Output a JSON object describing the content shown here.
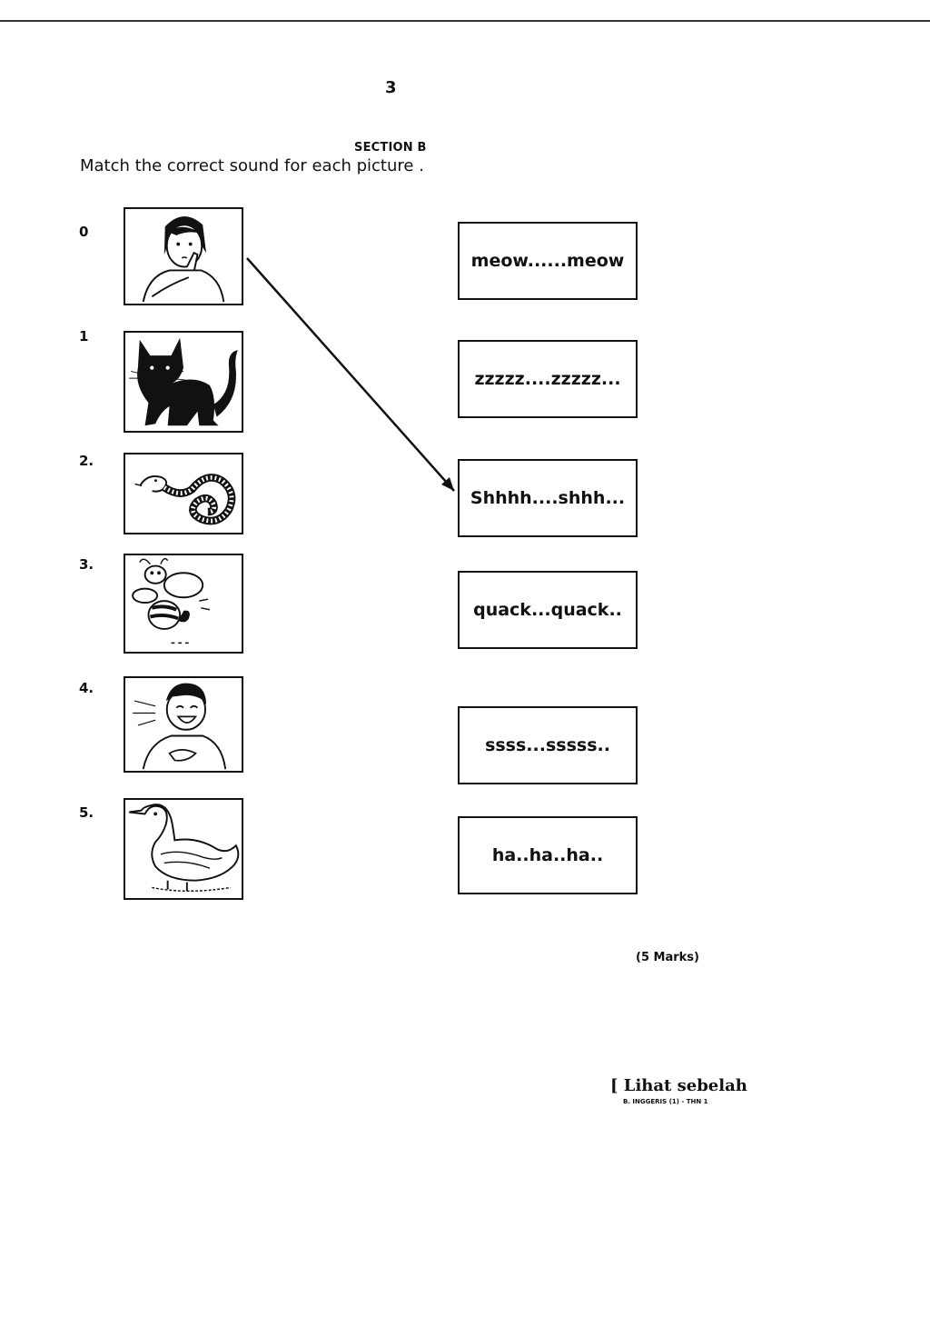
{
  "page": {
    "page_number": "3",
    "section_title": "SECTION B",
    "instruction": "Match the correct sound for each picture ."
  },
  "pictures": [
    {
      "number": "0",
      "subject": "girl-shushing"
    },
    {
      "number": "1",
      "subject": "cat"
    },
    {
      "number": "2.",
      "subject": "snake"
    },
    {
      "number": "3.",
      "subject": "bee"
    },
    {
      "number": "4.",
      "subject": "boy-laughing"
    },
    {
      "number": "5.",
      "subject": "duck"
    }
  ],
  "sounds": [
    "meow......meow",
    "zzzzz....zzzzz...",
    "Shhhh....shhh...",
    "quack...quack..",
    "ssss...sssss..",
    "ha..ha..ha.."
  ],
  "example_match": {
    "picture": "0",
    "sound": "Shhhh....shhh..."
  },
  "marks": "(5 Marks)",
  "footer": {
    "next_page": "[ Lihat sebelah",
    "code": "B. INGGERIS (1) - THN 1"
  }
}
